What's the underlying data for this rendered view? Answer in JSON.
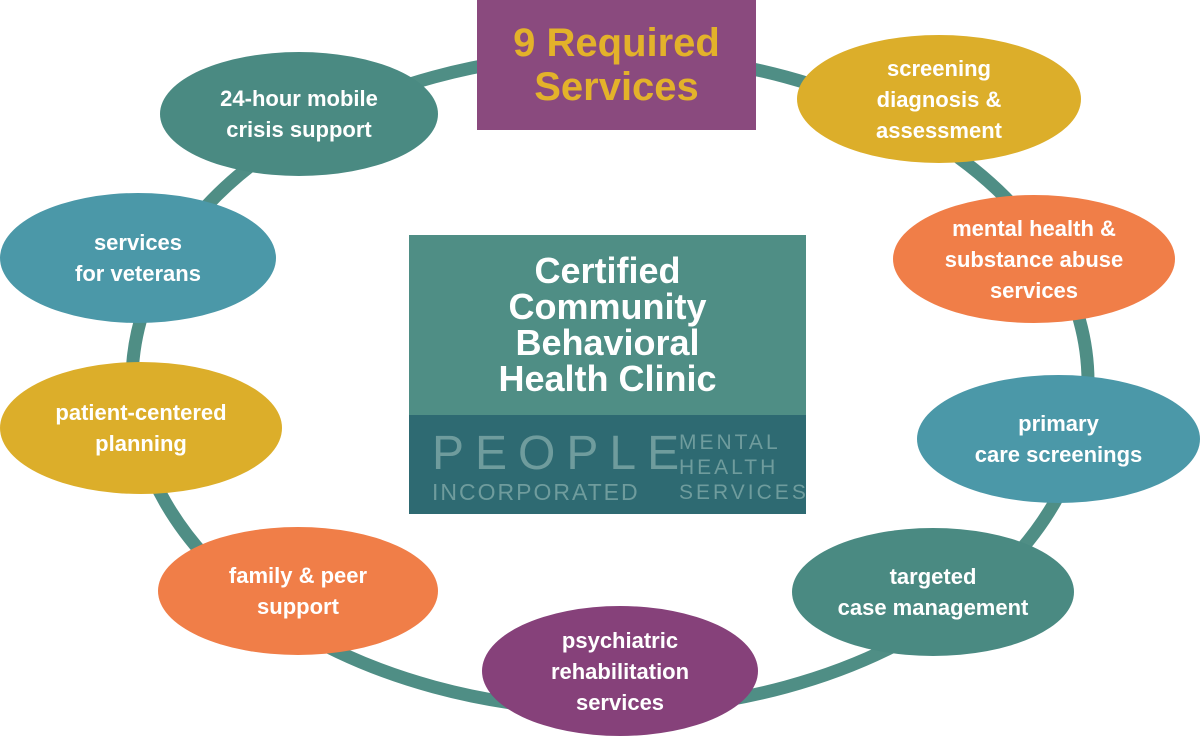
{
  "title": {
    "lines": [
      "9 Required",
      "Services"
    ],
    "text_color": "#e3b22a",
    "box_color": "#8a4a7e"
  },
  "center": {
    "title_lines": [
      "Certified",
      "Community",
      "Behavioral",
      "Health Clinic"
    ],
    "logo": {
      "word1": "PEOPLE",
      "word2": "INCORPORATED",
      "tag_lines": [
        "MENTAL",
        "HEALTH",
        "SERVICES"
      ]
    },
    "colors": {
      "top": "#4f8e85",
      "bottom": "#2e6a72"
    }
  },
  "ring_color": "#4f8e85",
  "services": [
    {
      "lines": [
        "24-hour mobile",
        "crisis support"
      ],
      "color": "#4a8a82"
    },
    {
      "lines": [
        "screening",
        "diagnosis &",
        "assessment"
      ],
      "color": "#dcae2a"
    },
    {
      "lines": [
        "mental health &",
        "substance abuse",
        "services"
      ],
      "color": "#f07e48"
    },
    {
      "lines": [
        "primary",
        "care screenings"
      ],
      "color": "#4b98a8"
    },
    {
      "lines": [
        "targeted",
        "case management"
      ],
      "color": "#4a8a82"
    },
    {
      "lines": [
        "psychiatric",
        "rehabilitation",
        "services"
      ],
      "color": "#86417a"
    },
    {
      "lines": [
        "family & peer",
        "support"
      ],
      "color": "#f07e48"
    },
    {
      "lines": [
        "patient-centered",
        "planning"
      ],
      "color": "#dcae2a"
    },
    {
      "lines": [
        "services",
        "for veterans"
      ],
      "color": "#4b98a8"
    }
  ]
}
